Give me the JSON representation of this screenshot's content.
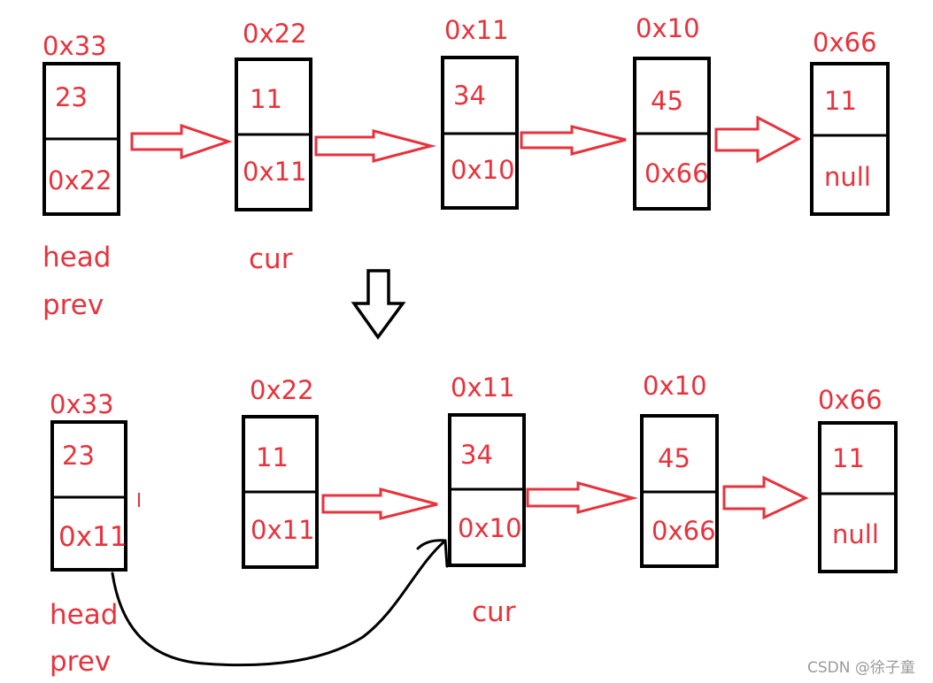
{
  "top_row": {
    "nodes": [
      {
        "address": "0x33",
        "value": "23",
        "next": "0x22"
      },
      {
        "address": "0x22",
        "value": "11",
        "next": "0x11"
      },
      {
        "address": "0x11",
        "value": "34",
        "next": "0x10"
      },
      {
        "address": "0x10",
        "value": "45",
        "next": "0x66"
      },
      {
        "address": "0x66",
        "value": "11",
        "next": "null"
      }
    ],
    "labels": {
      "head": "head",
      "prev": "prev",
      "cur": "cur"
    }
  },
  "bottom_row": {
    "nodes": [
      {
        "address": "0x33",
        "value": "23",
        "next": "0x11"
      },
      {
        "address": "0x22",
        "value": "11",
        "next": "0x11"
      },
      {
        "address": "0x11",
        "value": "34",
        "next": "0x10"
      },
      {
        "address": "0x10",
        "value": "45",
        "next": "0x66"
      },
      {
        "address": "0x66",
        "value": "11",
        "next": "null"
      }
    ],
    "labels": {
      "head": "head",
      "prev": "prev",
      "cur": "cur"
    }
  },
  "colors": {
    "text_red": "#e8323c",
    "arrow_red": "#e8323c",
    "box_border": "#000000",
    "watermark": "#9a9a9a"
  },
  "watermark": "CSDN @徐子童"
}
